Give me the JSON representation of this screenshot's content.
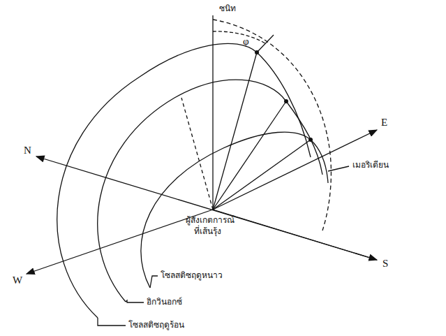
{
  "diagram": {
    "labels": [
      "ซนิท",
      "φ",
      "E",
      "N",
      "S",
      "W",
      "เมอริเดียน",
      "ผู้สังเกตการณ์",
      "ที่เส้นรุ้ง",
      "โซลสติซฤดูหนาว",
      "อิกวินอกซ์",
      "โซลสติซฤดูร้อน"
    ]
  }
}
